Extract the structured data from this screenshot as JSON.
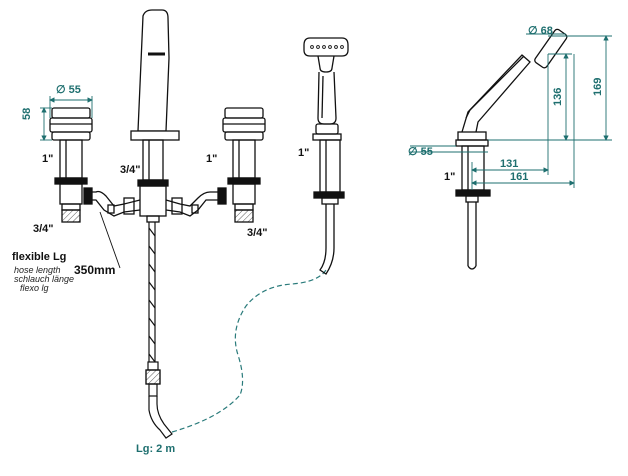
{
  "labels": {
    "dia55_left": "55",
    "h58": "58",
    "thread_1_left": "1\"",
    "thread_34_center": "3/4\"",
    "thread_1_right": "1\"",
    "thread_34_left": "3/4\"",
    "thread_34_right": "3/4\"",
    "flexible_title": "flexible Lg",
    "hose_en": "hose length",
    "hose_de": "schlauch länge",
    "hose_fr": "flexo lg",
    "hose_len": "350mm",
    "lg_2m": "Lg: 2 m",
    "thread_1_shower": "1\"",
    "dia68": "68",
    "h169": "169",
    "h136": "136",
    "dia55_right": "55",
    "w131": "131",
    "thread_1_side": "1\"",
    "w161": "161"
  },
  "symbols": {
    "diameter": "∅"
  },
  "colors": {
    "dimension": "#1e6f6f",
    "line": "#111111",
    "hose_dash": "#2a7b7b"
  }
}
